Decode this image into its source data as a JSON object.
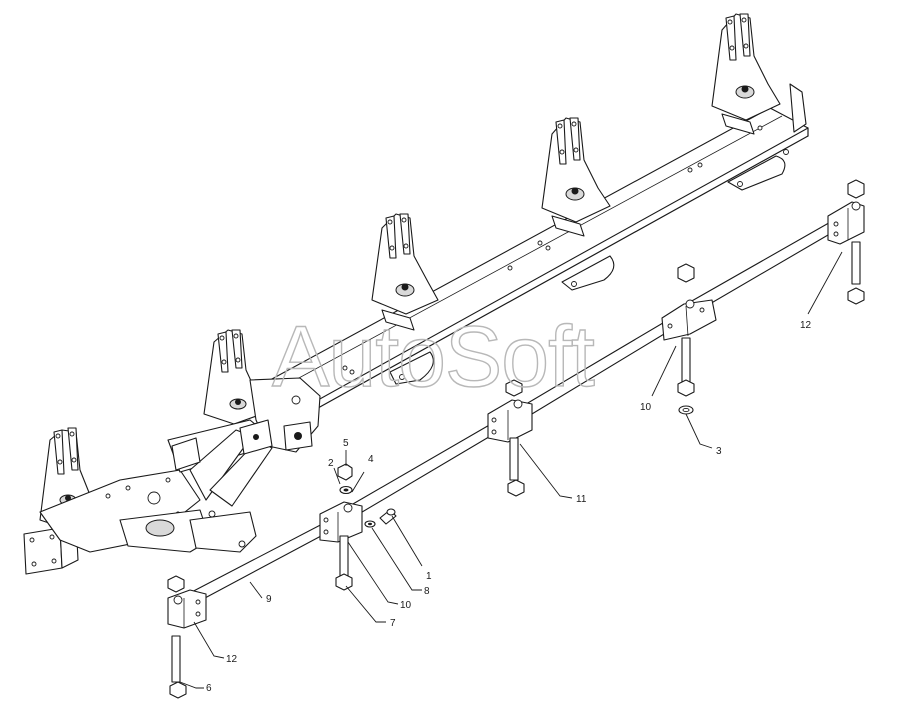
{
  "watermark": "AutoSoft",
  "callouts": [
    {
      "id": "c1",
      "label": "1"
    },
    {
      "id": "c2",
      "label": "2"
    },
    {
      "id": "c3",
      "label": "3"
    },
    {
      "id": "c4",
      "label": "4"
    },
    {
      "id": "c5",
      "label": "5"
    },
    {
      "id": "c6",
      "label": "6"
    },
    {
      "id": "c7",
      "label": "7"
    },
    {
      "id": "c8",
      "label": "8"
    },
    {
      "id": "c9",
      "label": "9"
    },
    {
      "id": "c10a",
      "label": "10"
    },
    {
      "id": "c10b",
      "label": "10"
    },
    {
      "id": "c11",
      "label": "11"
    },
    {
      "id": "c12a",
      "label": "12"
    },
    {
      "id": "c12b",
      "label": "12"
    }
  ]
}
